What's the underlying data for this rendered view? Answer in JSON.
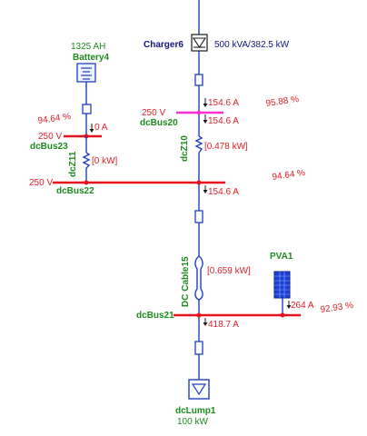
{
  "charger": {
    "name": "Charger6",
    "rating": "500 kVA/382.5 kW"
  },
  "battery": {
    "capacity": "1325 AH",
    "name": "Battery4"
  },
  "dcBus23": {
    "voltage": "250 V",
    "name": "dcBus23",
    "percent": "94.64 %",
    "current": "0 A"
  },
  "dcZ11": {
    "name": "dcZ11",
    "power": "[0 kW]"
  },
  "dcBus20": {
    "voltage": "250 V",
    "name": "dcBus20",
    "percent": "95.88 %",
    "current_above": "154.6 A",
    "current_below": "154.6 A"
  },
  "dcZ10": {
    "name": "dcZ10",
    "power": "[0.478 kW]"
  },
  "dcBus22": {
    "voltage": "250 V",
    "name": "dcBus22",
    "percent": "94.64 %",
    "current": "154.6 A"
  },
  "cable": {
    "name": "DC Cable15",
    "power": "[0.659 kW]"
  },
  "pva": {
    "name": "PVA1",
    "current": "264 A"
  },
  "dcBus21": {
    "name": "dcBus21",
    "percent": "92.93 %",
    "current": "418.7 A"
  },
  "lump": {
    "name": "dcLump1",
    "rating": "100 kW"
  },
  "colors": {
    "wire": "#1f3fbf",
    "bus": "#e8101c",
    "bus20": "#ff2fd0",
    "label_green": "#1e8a1e",
    "label_red": "#e0202a"
  }
}
